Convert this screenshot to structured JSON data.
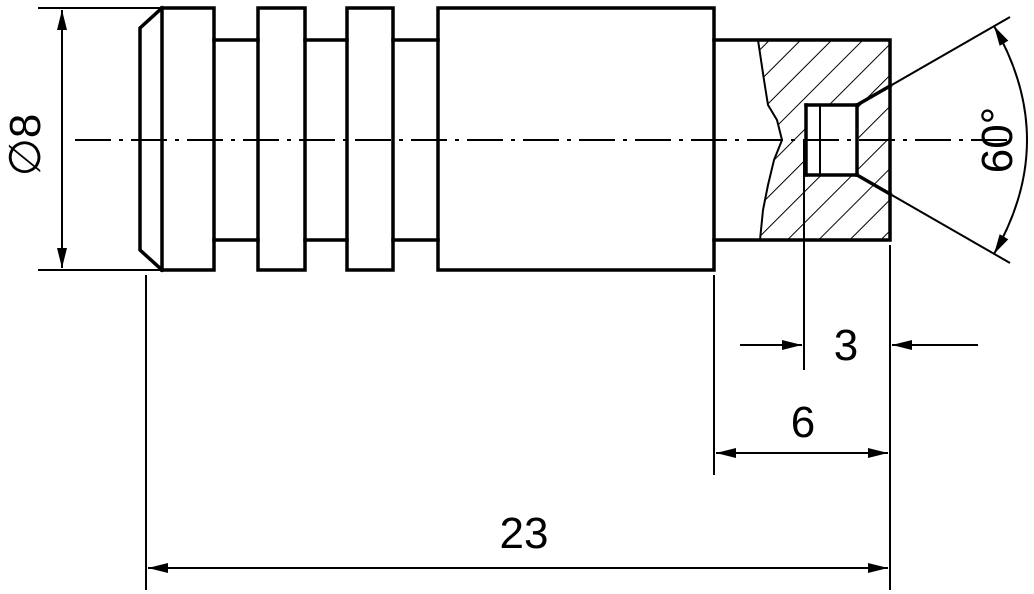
{
  "drawing": {
    "dim_diameter": "∅8",
    "dim_total_length": "23",
    "dim_bore_length": "6",
    "dim_cone_offset": "3",
    "dim_cone_angle": "60°"
  }
}
